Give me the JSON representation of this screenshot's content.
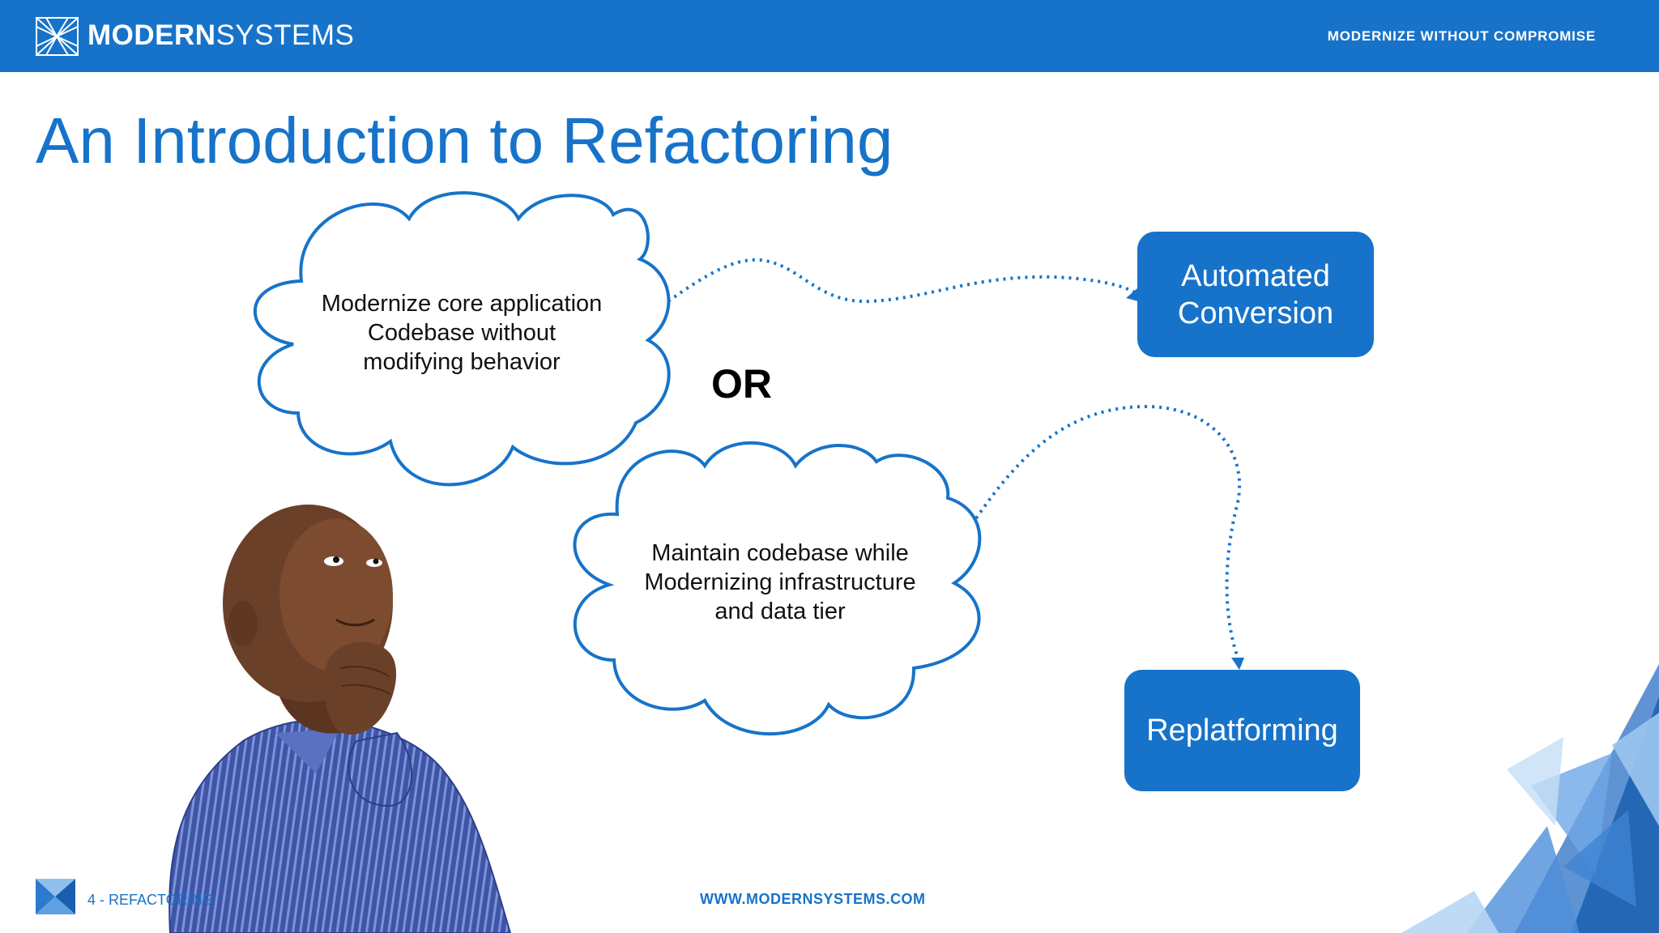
{
  "header": {
    "brand_bold": "MODERN",
    "brand_light": "SYSTEMS",
    "tagline": "MODERNIZE WITHOUT COMPROMISE"
  },
  "slide": {
    "title": "An Introduction to Refactoring",
    "cloud_1": {
      "lines": [
        "Modernize core application",
        "Codebase without",
        "modifying behavior"
      ]
    },
    "or_label": "OR",
    "cloud_2": {
      "lines": [
        "Maintain codebase while",
        "Modernizing infrastructure",
        "and data tier"
      ]
    },
    "box_1": {
      "lines": [
        "Automated",
        "Conversion"
      ]
    },
    "box_2": {
      "label": "Replatforming"
    }
  },
  "footer": {
    "page_number": "4",
    "separator": "-",
    "section_label": "REFACTORING",
    "url": "WWW.MODERNSYSTEMS.COM"
  },
  "colors": {
    "brand_blue": "#1773c9",
    "text_dark": "#111111",
    "cloud_stroke": "#1773c9"
  },
  "icons": {
    "logo": "modernsystems-logo-icon",
    "footer_logo": "modernsystems-mark-icon"
  }
}
